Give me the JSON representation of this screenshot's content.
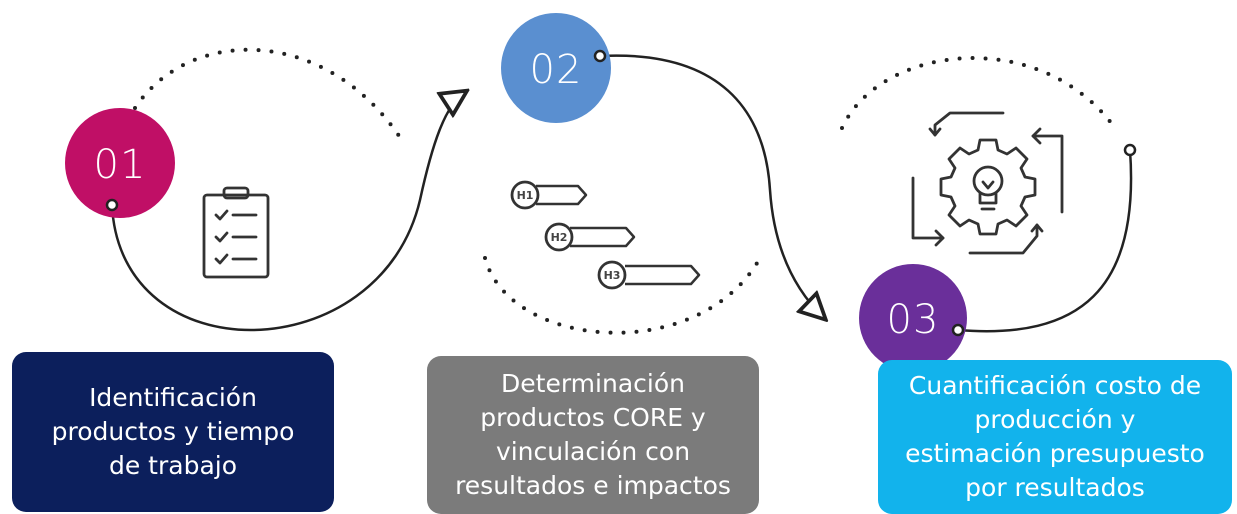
{
  "steps": [
    {
      "number": "01",
      "color": "#c00f66",
      "icon": "clipboard-checklist-icon",
      "box_color": "#0c1f5c",
      "lines": [
        "Identificación",
        "productos y tiempo",
        "de trabajo"
      ]
    },
    {
      "number": "02",
      "color": "#5a8fd0",
      "icon": "milestones-h1-h2-h3-icon",
      "box_color": "#7b7b7b",
      "lines": [
        "Determinación",
        "productos CORE y",
        "vinculación con",
        "resultados e impactos"
      ]
    },
    {
      "number": "03",
      "color": "#6a2f9a",
      "icon": "gear-lightbulb-cycle-icon",
      "box_color": "#12b3ec",
      "lines": [
        "Cuantificación costo de",
        "producción y",
        "estimación presupuesto",
        "por resultados"
      ]
    }
  ],
  "milestones": [
    "H1",
    "H2",
    "H3"
  ]
}
